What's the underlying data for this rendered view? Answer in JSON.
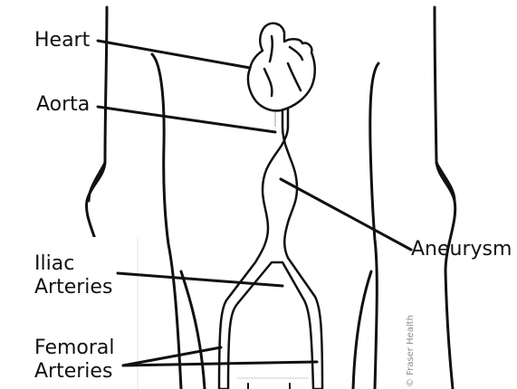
{
  "labels": {
    "heart": "Heart",
    "aorta": "Aorta",
    "aneurysm": "Aneurysm",
    "iliac_line1": "Iliac",
    "iliac_line2": "Arteries",
    "femoral_line1": "Femoral",
    "femoral_line2": "Arteries"
  },
  "copyright": "© Fraser Health",
  "colors": {
    "outline": "#111111",
    "background": "#ffffff",
    "heart_fill": "#ffffff",
    "copyright": "#8a8a8a"
  }
}
